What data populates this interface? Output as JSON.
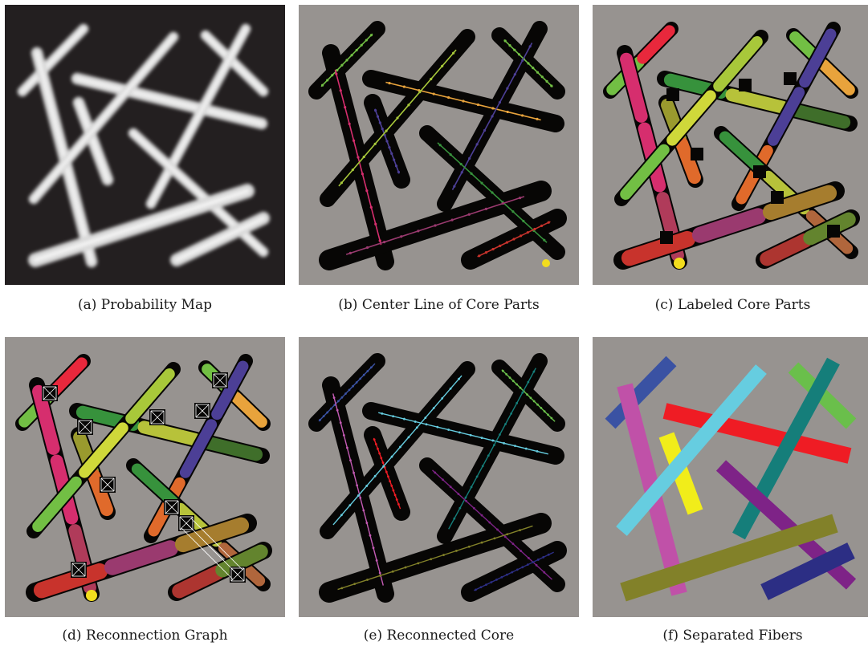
{
  "figure": {
    "panels": [
      {
        "caption": "(a) Probability Map"
      },
      {
        "caption": "(b) Center Line of Core Parts"
      },
      {
        "caption": "(c) Labeled Core Parts"
      },
      {
        "caption": "(d) Reconnection Graph"
      },
      {
        "caption": "(e) Reconnected Core"
      },
      {
        "caption": "(f) Separated Fibers"
      }
    ]
  },
  "colors": {
    "map_background": "#231f20",
    "panel_background": "#979390",
    "fiber_glow": "#d9d9d9",
    "core_outline": "#070605",
    "graph_edge": "#ffffff",
    "part_palette": [
      "#72bf44",
      "#d62e6e",
      "#b03b5a",
      "#4c3f96",
      "#3f6e2a",
      "#e06a2b",
      "#a8c83a",
      "#b7c23a",
      "#9a9a2e",
      "#cfd83a",
      "#e8a33c",
      "#9a3a6f",
      "#a67d2e",
      "#c8332c",
      "#37923c",
      "#e8283c",
      "#f2dd1e",
      "#6b6b3a",
      "#33327a",
      "#b0663c",
      "#63842e",
      "#58b848",
      "#ad3530",
      "#e6d54a"
    ],
    "fiber_palette": [
      "#3a52a3",
      "#c051a8",
      "#66cde0",
      "#f1ed1a",
      "#ef1c24",
      "#157e7a",
      "#6abf4b",
      "#7e2387",
      "#828129",
      "#2c2e84"
    ]
  }
}
